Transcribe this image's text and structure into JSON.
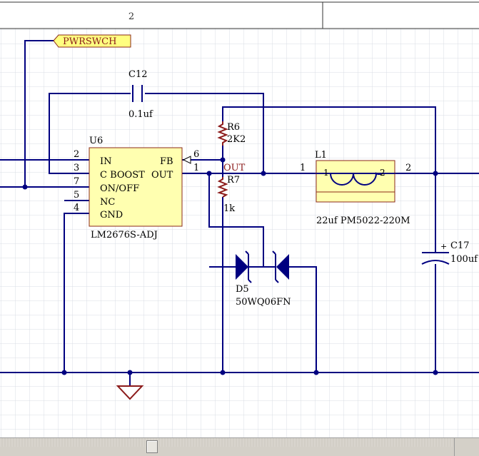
{
  "title_block": {
    "zone_number": "2"
  },
  "net_labels": {
    "power_switch": "PWRSWCH",
    "out": "OUT"
  },
  "u6": {
    "ref": "U6",
    "part": "LM2676S-ADJ",
    "pins": [
      {
        "num": "2",
        "name": "IN"
      },
      {
        "num": "3",
        "name": "C BOOST"
      },
      {
        "num": "7",
        "name": "ON/OFF"
      },
      {
        "num": "5",
        "name": "NC"
      },
      {
        "num": "4",
        "name": "GND"
      },
      {
        "num": "6",
        "name": "FB"
      },
      {
        "num": "1",
        "name": "OUT"
      }
    ]
  },
  "c12": {
    "ref": "C12",
    "value": "0.1uf"
  },
  "r6": {
    "ref": "R6",
    "value": "2K2"
  },
  "r7": {
    "ref": "R7",
    "value": "1k"
  },
  "l1": {
    "ref": "L1",
    "value": "22uf PM5022-220M",
    "pin1": "1",
    "pin2": "2",
    "pin1_inner": "1",
    "pin2_inner": "2"
  },
  "c17": {
    "ref": "C17",
    "value": "100uf",
    "polarity": "+"
  },
  "d5": {
    "ref": "D5",
    "value": "50WQ06FN"
  },
  "colors": {
    "wire": "#000080",
    "component_fill": "#ffffb0",
    "component_border": "#8b2a1a",
    "net_label_text": "#8b1a1a",
    "ground": "#8b1a1a",
    "grid": "#d8dde4"
  }
}
